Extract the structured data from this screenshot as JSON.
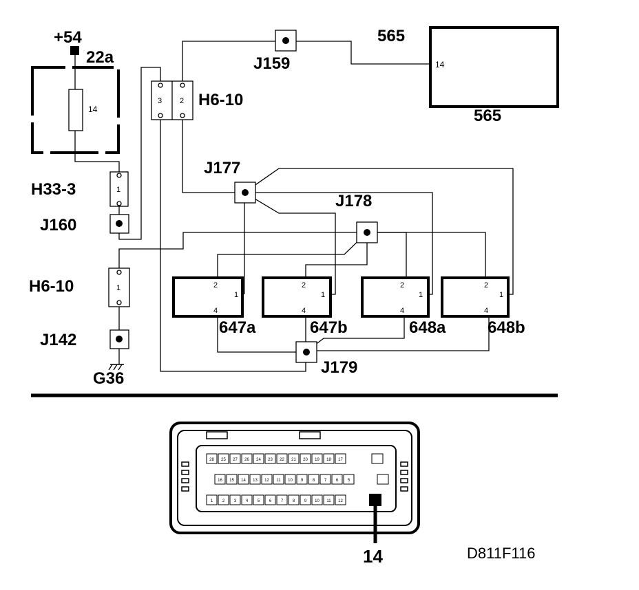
{
  "supply": {
    "label": "+54",
    "terminal": "22a"
  },
  "fuse": {
    "label": "14"
  },
  "connectors": {
    "h33": {
      "label": "H33-3",
      "pin": "1"
    },
    "h6_top": {
      "label": "H6-10",
      "pin_left": "3",
      "pin_right": "2"
    },
    "h6_left": {
      "label": "H6-10",
      "pin": "1"
    }
  },
  "junctions": {
    "j159": "J159",
    "j160": "J160",
    "j177": "J177",
    "j178": "J178",
    "j179": "J179",
    "j142": "J142"
  },
  "ground": {
    "label": "G36"
  },
  "module_565": {
    "label_top": "565",
    "label_bottom": "565",
    "pin": "14"
  },
  "relays": [
    {
      "name": "647a",
      "pins": [
        "2",
        "1",
        "4"
      ]
    },
    {
      "name": "647b",
      "pins": [
        "2",
        "1",
        "4"
      ]
    },
    {
      "name": "648a",
      "pins": [
        "2",
        "1",
        "4"
      ]
    },
    {
      "name": "648b",
      "pins": [
        "2",
        "1",
        "4"
      ]
    }
  ],
  "connector_face": {
    "row1": [
      "28",
      "25",
      "27",
      "26",
      "24",
      "23",
      "22",
      "21",
      "20",
      "19",
      "18",
      "17"
    ],
    "row2": [
      "16",
      "15",
      "14",
      "13",
      "12",
      "11",
      "10",
      "9",
      "8",
      "7",
      "6",
      "5"
    ],
    "row3": [
      "1",
      "2",
      "3",
      "4",
      "5",
      "6",
      "7",
      "8",
      "9",
      "10",
      "11",
      "12"
    ],
    "pin_label": "14"
  },
  "figure_code": "D811F116",
  "colors": {
    "ink": "#000000",
    "paper": "#ffffff"
  }
}
